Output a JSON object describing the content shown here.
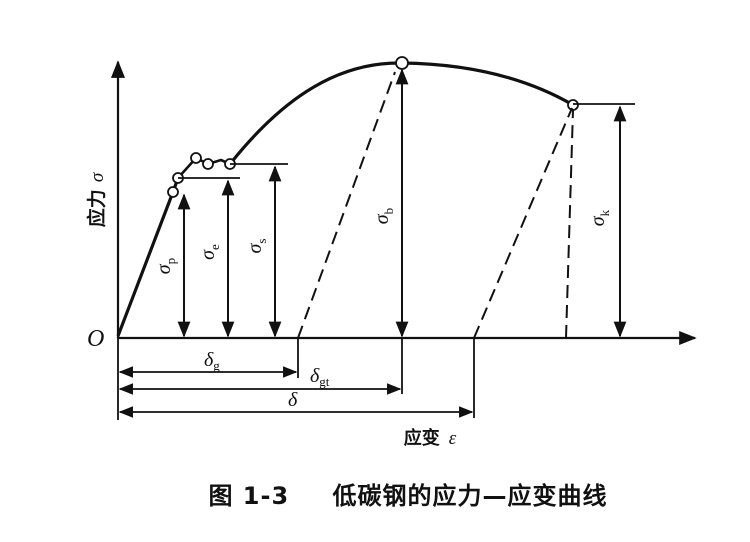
{
  "axes": {
    "origin": "O",
    "y_label": "应力",
    "y_symbol": "σ",
    "x_label": "应变",
    "x_symbol": "ε"
  },
  "stress_labels": {
    "p": {
      "main": "σ",
      "sub": "p"
    },
    "e": {
      "main": "σ",
      "sub": "e"
    },
    "s": {
      "main": "σ",
      "sub": "s"
    },
    "b": {
      "main": "σ",
      "sub": "b"
    },
    "k": {
      "main": "σ",
      "sub": "k"
    }
  },
  "strain_labels": {
    "g": {
      "main": "δ",
      "sub": "g"
    },
    "gt": {
      "main": "δ",
      "sub": "gt"
    },
    "total": {
      "main": "δ"
    }
  },
  "caption": {
    "figure": "图 1-3",
    "title": "低碳钢的应力—应变曲线"
  },
  "colors": {
    "ink": "#111111",
    "background": "#ffffff"
  }
}
